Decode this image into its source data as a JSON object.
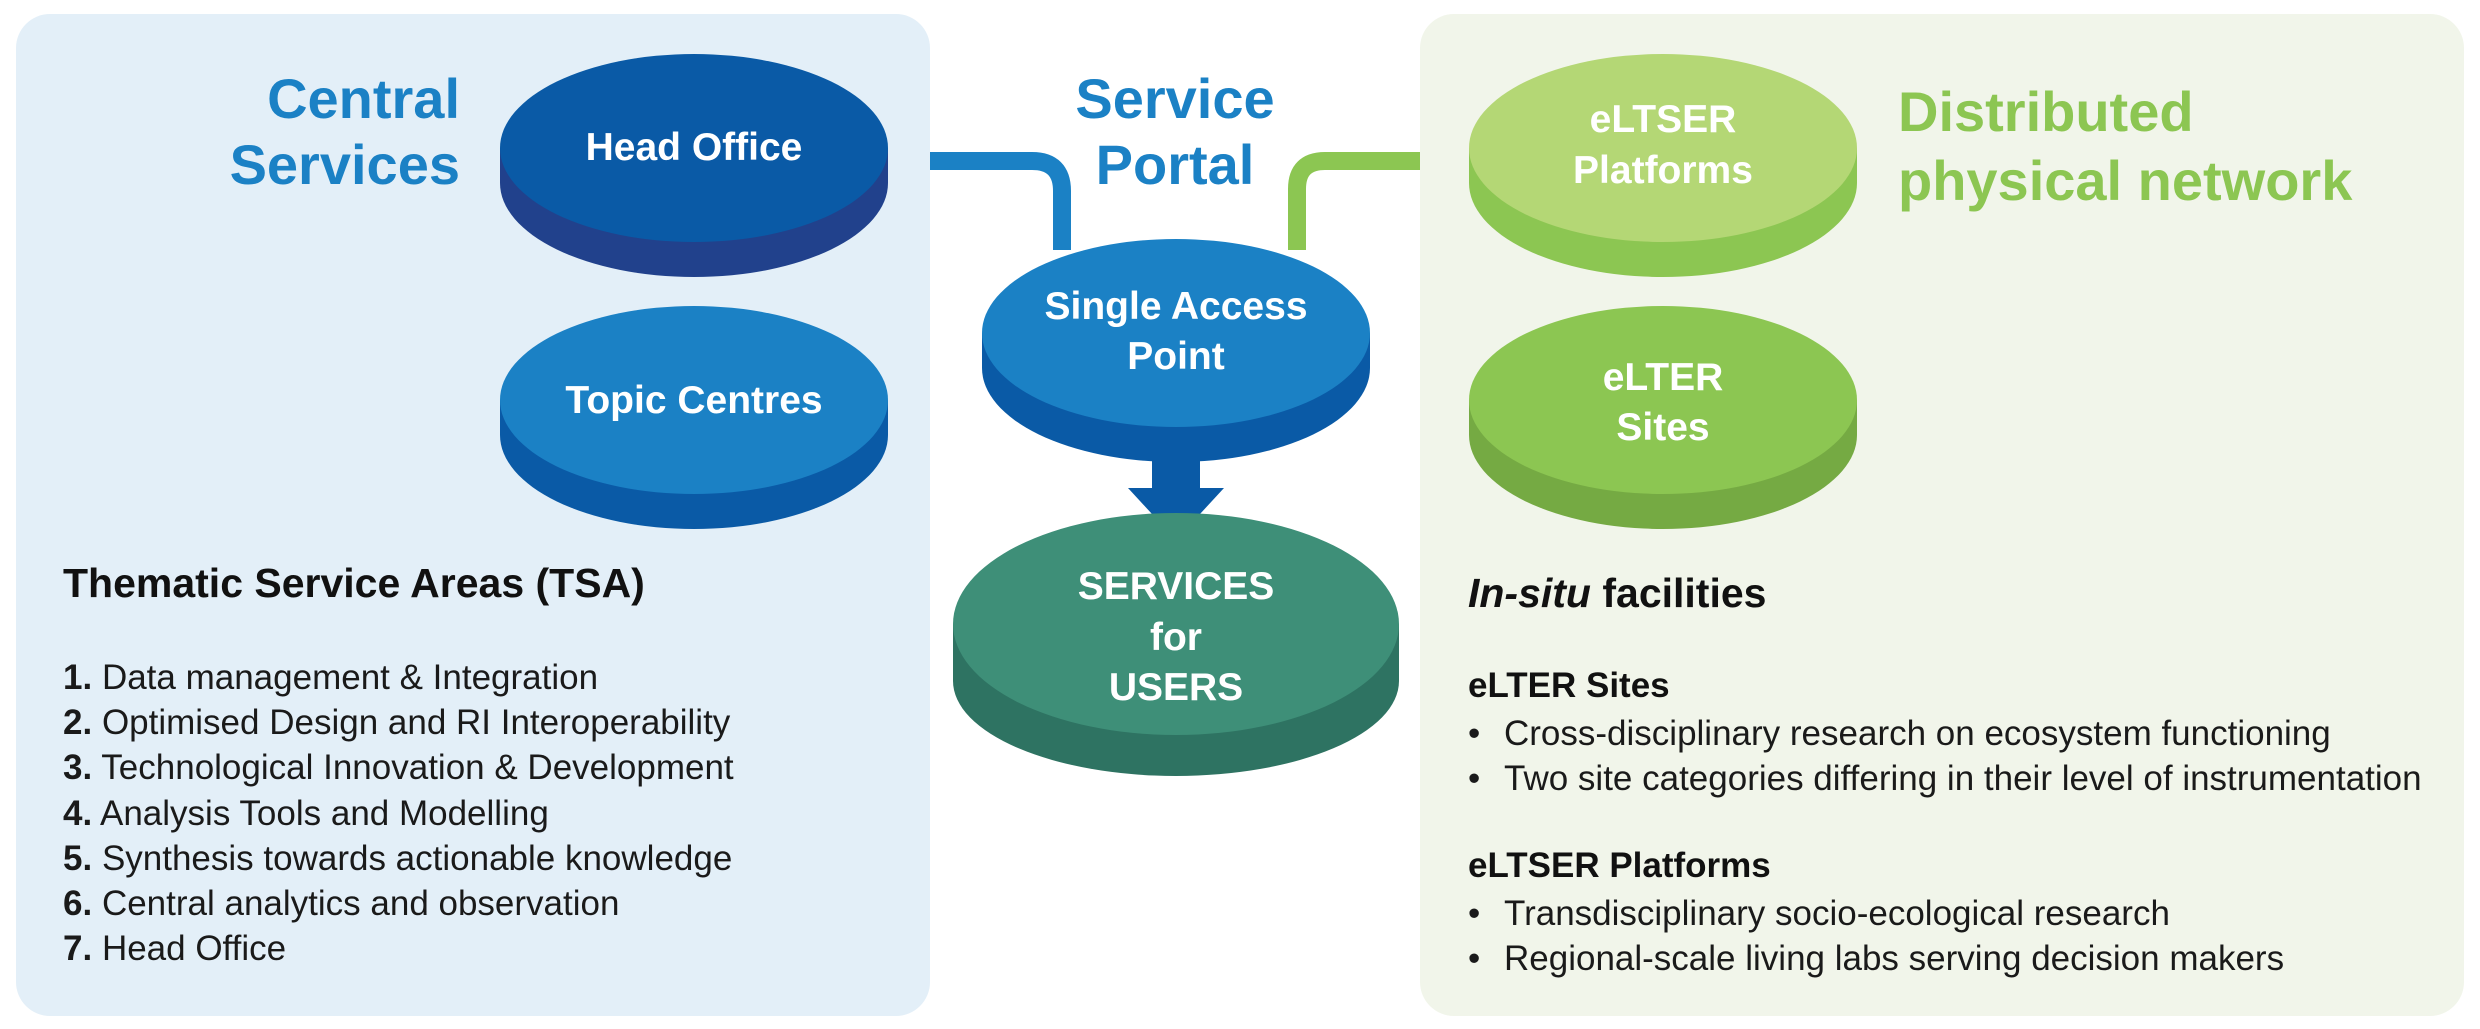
{
  "colors": {
    "central_blue": "#1b81c5",
    "dark_blue": "#0a5aa6",
    "users_green": "#3e8f78",
    "network_green": "#8cc652",
    "left_panel_bg": "#e3eff8",
    "right_panel_bg": "#f1f5ea"
  },
  "central_services": {
    "heading_line1": "Central",
    "heading_line2": "Services",
    "head_office": "Head Office",
    "topic_centres": "Topic Centres"
  },
  "service_portal": {
    "heading_line1": "Service",
    "heading_line2": "Portal",
    "single_access_line1": "Single Access",
    "single_access_line2": "Point",
    "services_line1": "SERVICES",
    "services_line2": "for",
    "services_line3": "USERS"
  },
  "distributed": {
    "heading_line1": "Distributed",
    "heading_line2": "physical network",
    "platforms_line1": "eLTSER",
    "platforms_line2": "Platforms",
    "sites_line1": "eLTER",
    "sites_line2": "Sites"
  },
  "tsa": {
    "title": "Thematic Service Areas (TSA)",
    "items": [
      {
        "num": "1.",
        "text": "Data management & Integration"
      },
      {
        "num": "2.",
        "text": "Optimised Design and RI Interoperability"
      },
      {
        "num": "3.",
        "text": "Technological Innovation & Development"
      },
      {
        "num": "4.",
        "text": "Analysis Tools and Modelling"
      },
      {
        "num": "5.",
        "text": "Synthesis towards actionable knowledge"
      },
      {
        "num": "6.",
        "text": "Central analytics and observation"
      },
      {
        "num": "7.",
        "text": "Head Office"
      }
    ]
  },
  "insitu": {
    "title_italic": "In-situ",
    "title_rest": " facilities",
    "sites_heading": "eLTER Sites",
    "sites_bullets": [
      "Cross-disciplinary research on ecosystem functioning",
      "Two site categories differing in their level of instrumentation"
    ],
    "platforms_heading": "eLTSER Platforms",
    "platforms_bullets": [
      "Transdisciplinary socio-ecological research",
      "Regional-scale living labs serving decision makers"
    ],
    "bullet_char": "•"
  }
}
